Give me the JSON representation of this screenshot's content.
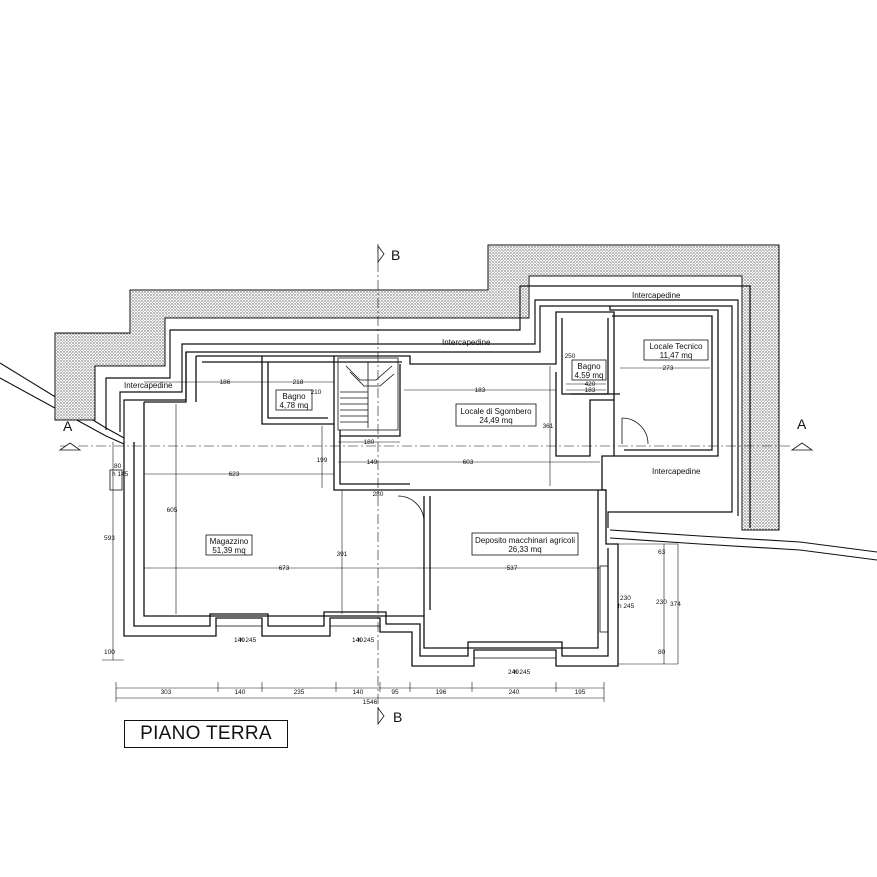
{
  "title": "PIANO TERRA",
  "sections": {
    "a": "A",
    "b": "B"
  },
  "rooms": {
    "magazzino": {
      "name": "Magazzino",
      "area": "51,39 mq"
    },
    "bagno1": {
      "name": "Bagno",
      "area": "4,78 mq"
    },
    "sgombero": {
      "name": "Locale di Sgombero",
      "area": "24,49 mq"
    },
    "bagno2": {
      "name": "Bagno",
      "area": "4,59 mq"
    },
    "tecnico": {
      "name": "Locale Tecnico",
      "area": "11,47 mq"
    },
    "deposito": {
      "name": "Deposito macchinari agricoli",
      "area": "26,33 mq"
    }
  },
  "intercapedine": "Intercapedine",
  "dims": {
    "d186": "186",
    "d218": "218",
    "d210": "210",
    "d183": "183",
    "d250": "250",
    "d420": "420",
    "d183b": "183",
    "d273": "273",
    "d180": "180",
    "d149": "149",
    "d603": "603",
    "d623": "623",
    "d199": "199",
    "d361": "361",
    "d605": "605",
    "d280": "280",
    "d391": "391",
    "d673": "673",
    "d537": "537",
    "d80": "80",
    "h145": "h 145",
    "d593": "593",
    "d100": "100",
    "d230": "230",
    "h245": "h 245",
    "d63": "63",
    "d230b": "230",
    "d374": "374",
    "d80b": "80",
    "b1": "140",
    "b1h": "h 245",
    "b2": "140",
    "b2h": "h 245",
    "b3": "240",
    "b3h": "h 245",
    "t303": "303",
    "t140": "140",
    "t235": "235",
    "t140b": "140",
    "t95": "95",
    "t196": "196",
    "t240": "240",
    "t195": "195",
    "t1546": "1546"
  }
}
